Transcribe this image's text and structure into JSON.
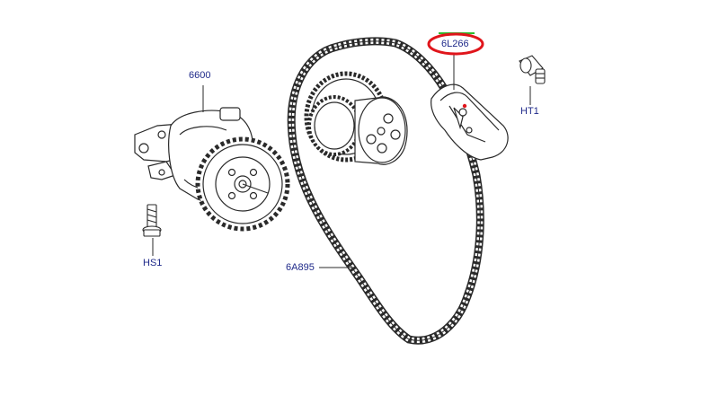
{
  "diagram": {
    "callouts": {
      "oil_pump": "6600",
      "timing_chain": "6A895",
      "chain_tensioner": "6L266",
      "bolt": "HS1",
      "bolt_right": "HT1"
    },
    "colors": {
      "line": "#2a2a2a",
      "callout_text": "#1f2a8a",
      "highlight_ring": "#e0151b",
      "highlight_tick": "#2dbb2d"
    },
    "highlighted_callout": "6L266"
  }
}
